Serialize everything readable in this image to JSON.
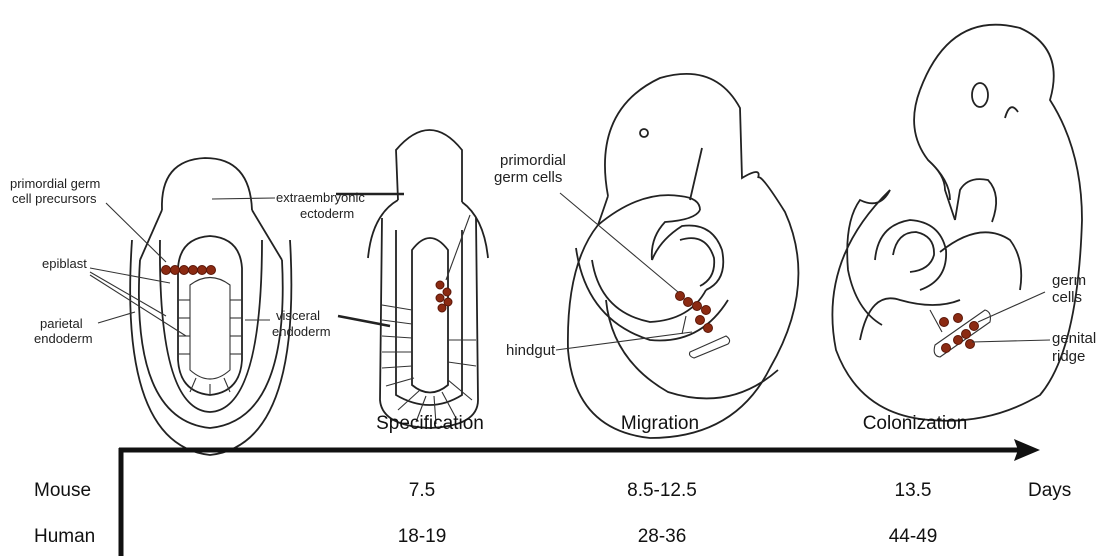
{
  "labels": {
    "pgc_precursors_1": "primordial germ",
    "pgc_precursors_2": "cell precursors",
    "epiblast": "epiblast",
    "parietal_1": "parietal",
    "parietal_2": "endoderm",
    "extraembryonic_1": "extraembryonic",
    "extraembryonic_2": "ectoderm",
    "visceral_1": "visceral",
    "visceral_2": "endoderm",
    "pgc_1": "primordial",
    "pgc_2": "germ cells",
    "hindgut": "hindgut",
    "germ_1": "germ",
    "germ_2": "cells",
    "genital_1": "genital",
    "genital_2": "ridge"
  },
  "stages": [
    "Specification",
    "Migration",
    "Colonization"
  ],
  "axis_unit": "Days",
  "rows": [
    {
      "species": "Mouse",
      "values": [
        "7.5",
        "8.5-12.5",
        "13.5"
      ]
    },
    {
      "species": "Human",
      "values": [
        "18-19",
        "28-36",
        "44-49"
      ]
    }
  ],
  "colors": {
    "germ_cell": "#8b2a12",
    "line": "#222222"
  }
}
